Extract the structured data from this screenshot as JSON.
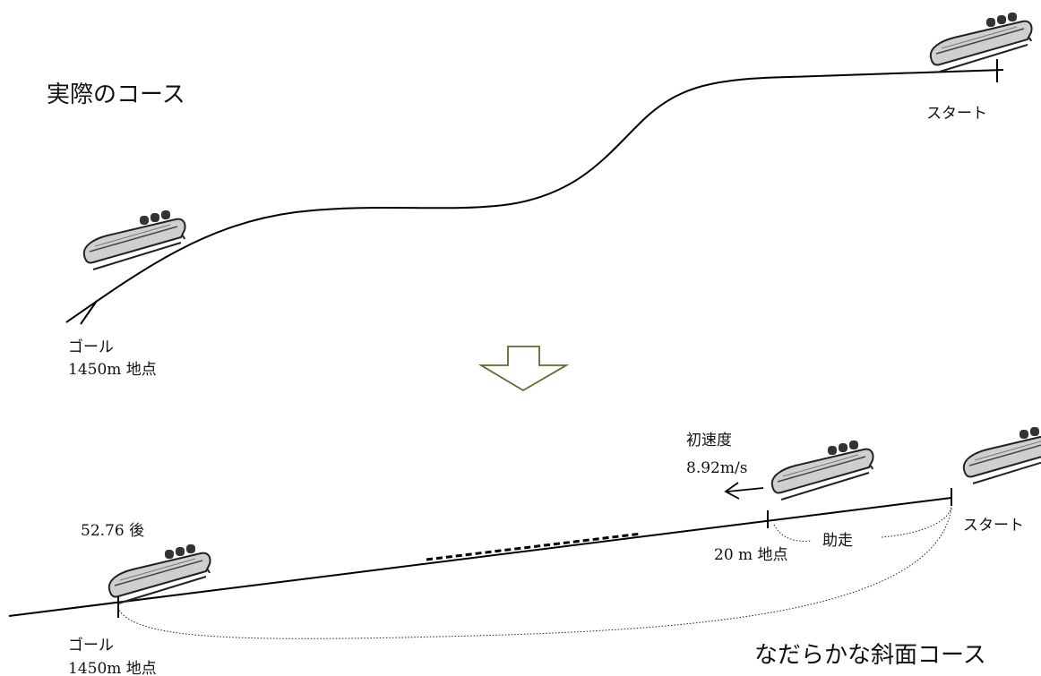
{
  "top": {
    "title": "実際のコース",
    "start_label": "スタート",
    "goal_label": "ゴール",
    "goal_distance": "1450m 地点"
  },
  "bottom": {
    "title": "なだらかな斜面コース",
    "start_label": "スタート",
    "goal_label": "ゴール",
    "goal_distance": "1450m 地点",
    "initial_speed_label": "初速度",
    "initial_speed_value": "8.92m/s",
    "point_20m": "20 m 地点",
    "run_up_label": "助走",
    "time_label": "52.76 後"
  },
  "icons": {
    "sled": "bobsled-icon",
    "arrow": "down-arrow-icon",
    "velocity": "left-arrow-icon"
  }
}
